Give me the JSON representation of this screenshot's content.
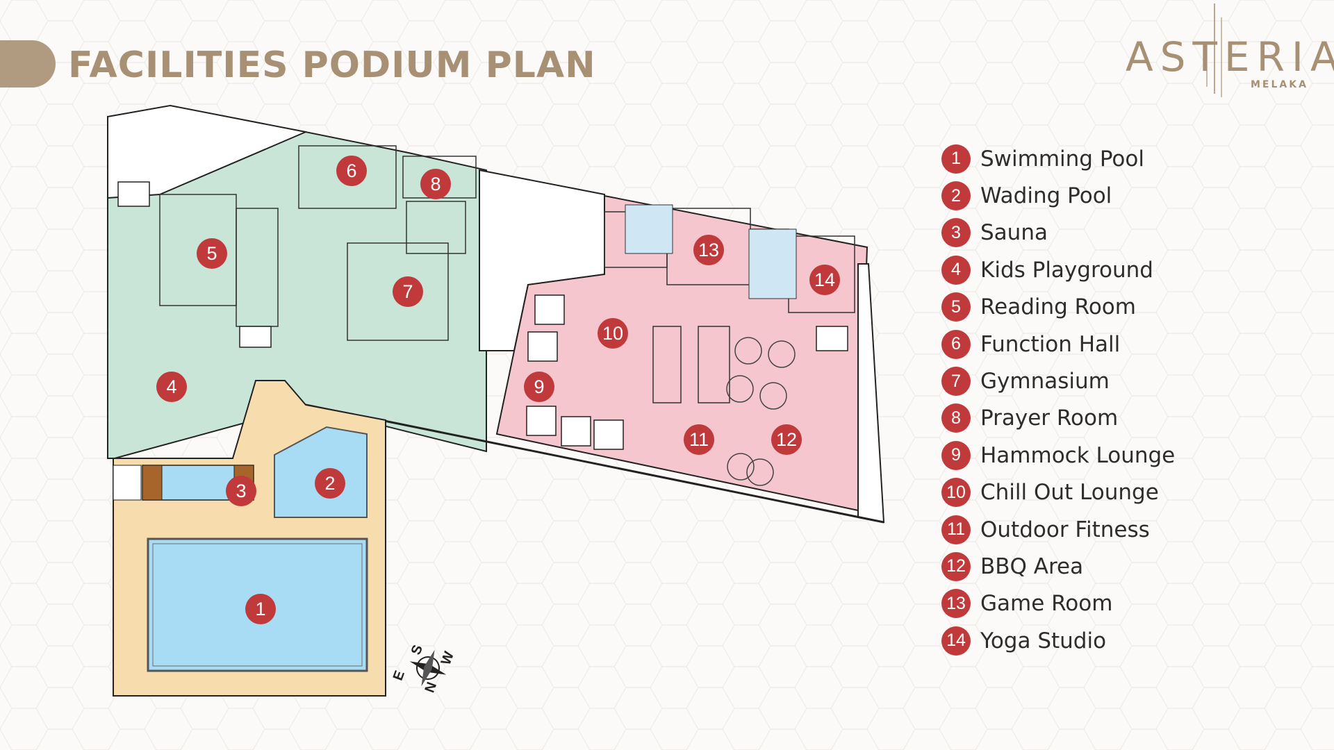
{
  "header": {
    "title": "FACILITIES PODIUM PLAN"
  },
  "brand": {
    "name": "ASTERIA",
    "location": "MELAKA"
  },
  "colors": {
    "accent": "#a79074",
    "marker": "#c0393b",
    "zone_green": "#c9e5d8",
    "zone_pink": "#f5c6cd",
    "zone_sand": "#f7dcae",
    "pool": "#a8dcf4"
  },
  "legend": [
    {
      "num": "1",
      "label": "Swimming Pool"
    },
    {
      "num": "2",
      "label": "Wading Pool"
    },
    {
      "num": "3",
      "label": "Sauna"
    },
    {
      "num": "4",
      "label": "Kids Playground"
    },
    {
      "num": "5",
      "label": "Reading Room"
    },
    {
      "num": "6",
      "label": "Function Hall"
    },
    {
      "num": "7",
      "label": "Gymnasium"
    },
    {
      "num": "8",
      "label": "Prayer Room"
    },
    {
      "num": "9",
      "label": "Hammock Lounge"
    },
    {
      "num": "10",
      "label": "Chill Out Lounge"
    },
    {
      "num": "11",
      "label": "Outdoor Fitness"
    },
    {
      "num": "12",
      "label": "BBQ Area"
    },
    {
      "num": "13",
      "label": "Game Room"
    },
    {
      "num": "14",
      "label": "Yoga Studio"
    }
  ],
  "plan_markers": [
    "1",
    "2",
    "3",
    "4",
    "5",
    "6",
    "7",
    "8",
    "9",
    "10",
    "11",
    "12",
    "13",
    "14"
  ],
  "compass": {
    "n": "N",
    "s": "S",
    "e": "E",
    "w": "W"
  }
}
